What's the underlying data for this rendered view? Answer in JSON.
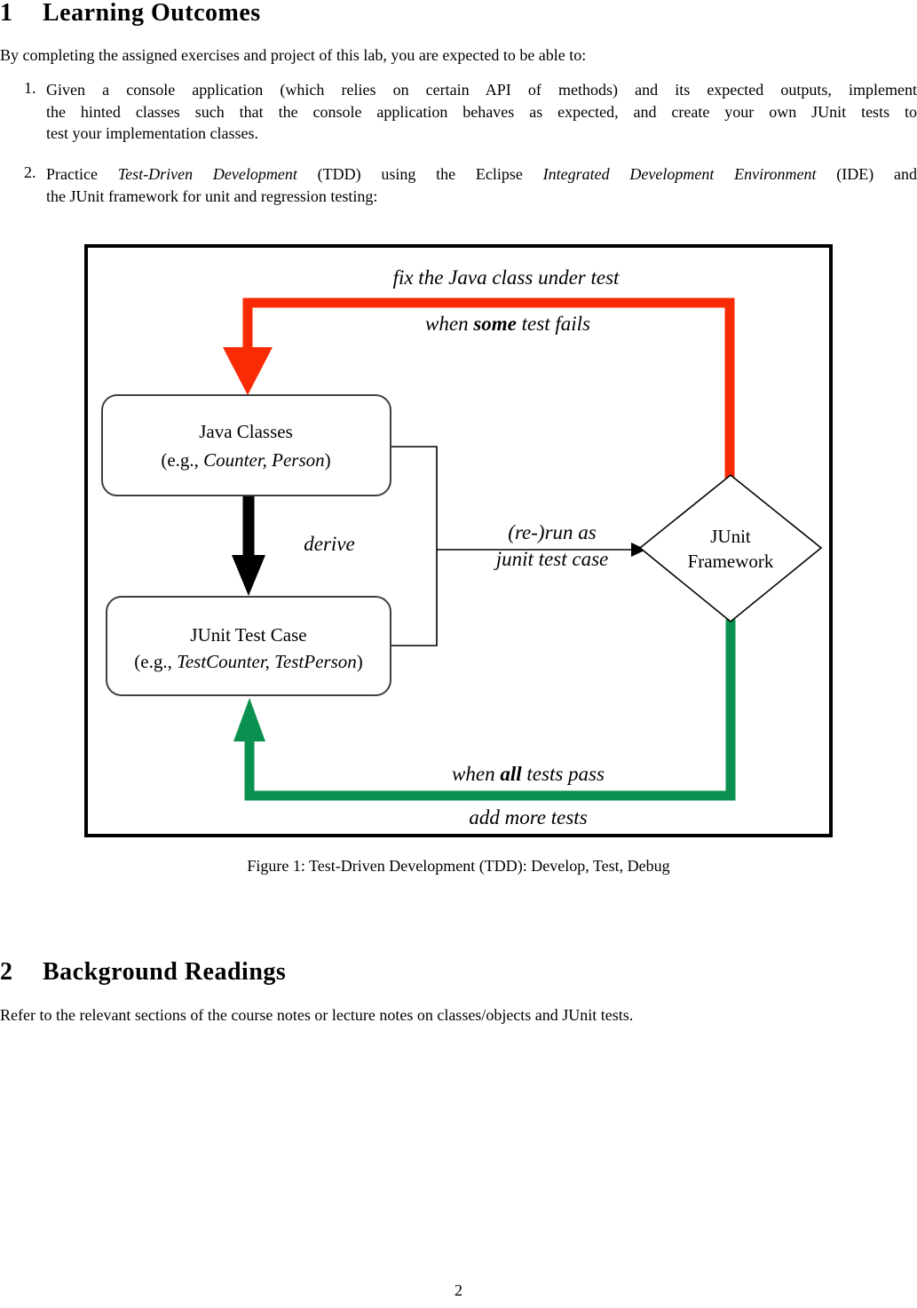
{
  "page": {
    "number": "2"
  },
  "sections": {
    "s1": {
      "number": "1",
      "title": "Learning Outcomes",
      "intro": "By completing the assigned exercises and project of this lab, you are expected to be able to:"
    },
    "s2": {
      "number": "2",
      "title": "Background Readings",
      "body": "Refer to the relevant sections of the course notes or lecture notes on classes/objects and JUnit tests."
    }
  },
  "list": {
    "items": [
      {
        "marker": "1.",
        "lines": [
          {
            "runs": [
              {
                "style": "normal",
                "text": "Given a console application (which relies on certain API of methods) and its expected outputs, implement"
              }
            ]
          },
          {
            "runs": [
              {
                "style": "normal",
                "text": "the hinted classes such that the console application behaves as expected, and create your own JUnit tests to"
              }
            ]
          },
          {
            "runs": [
              {
                "style": "normal",
                "text": "test your implementation classes."
              }
            ]
          }
        ]
      },
      {
        "marker": "2.",
        "lines": [
          {
            "runs": [
              {
                "style": "normal",
                "text": "Practice "
              },
              {
                "style": "italic",
                "text": "Test-Driven Development"
              },
              {
                "style": "normal",
                "text": " (TDD) using the Eclipse "
              },
              {
                "style": "italic",
                "text": "Integrated Development Environment"
              },
              {
                "style": "normal",
                "text": " (IDE) and"
              }
            ]
          },
          {
            "runs": [
              {
                "style": "normal",
                "text": "the JUnit framework for unit and regression testing:"
              }
            ]
          }
        ]
      }
    ]
  },
  "figure": {
    "caption": "Figure 1: Test-Driven Development (TDD): Develop, Test, Debug",
    "colors": {
      "fail_red": "#f92b04",
      "pass_green": "#0a9150"
    },
    "nodes": {
      "java_classes": {
        "title": "Java Classes",
        "eg_pre": "(e.g., ",
        "eg_italic": "Counter, Person",
        "eg_post": ")"
      },
      "junit_test_case": {
        "title": "JUnit Test Case",
        "eg_pre": "(e.g., ",
        "eg_italic": "TestCounter, TestPerson",
        "eg_post": ")"
      },
      "junit_framework": {
        "line1": "JUnit",
        "line2": "Framework"
      }
    },
    "labels": {
      "fix": "fix the Java class under test",
      "fail": {
        "pre": "when ",
        "emph": "some",
        "post": " test fails"
      },
      "derive": "derive",
      "run_line1": "(re-)run as",
      "run_line2": "junit test case",
      "pass": {
        "pre": "when ",
        "emph": "all",
        "post": " tests pass"
      },
      "add": "add more tests"
    }
  }
}
